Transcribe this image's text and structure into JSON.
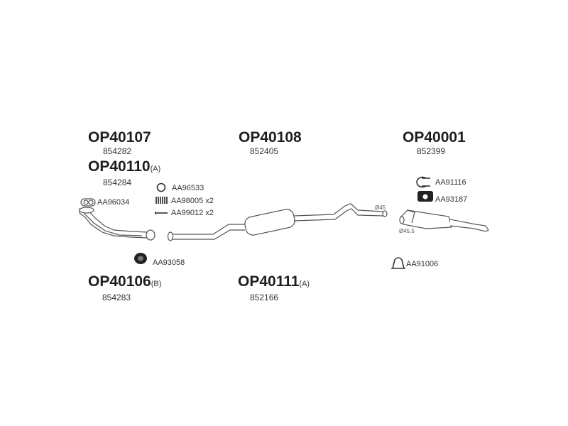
{
  "groups": {
    "op40107": {
      "code": "OP40107",
      "suffix": "",
      "ref": "854282"
    },
    "op40110": {
      "code": "OP40110",
      "suffix": "(A)",
      "ref": "854284"
    },
    "op40108": {
      "code": "OP40108",
      "suffix": "",
      "ref": "852405"
    },
    "op40001": {
      "code": "OP40001",
      "suffix": "",
      "ref": "852399"
    },
    "op40106": {
      "code": "OP40106",
      "suffix": "(B)",
      "ref": "854283"
    },
    "op40111": {
      "code": "OP40111",
      "suffix": "(A)",
      "ref": "852166"
    }
  },
  "accessories": {
    "aa96034": "AA96034",
    "aa96533": "AA96533",
    "aa98005": "AA98005 x2",
    "aa99012": "AA99012 x2",
    "aa93058": "AA93058",
    "aa91116": "AA91116",
    "aa93187": "AA93187",
    "aa91006": "AA91006"
  },
  "diameters": {
    "d45": "Ø45",
    "d455": "Ø45.5"
  },
  "colors": {
    "line": "#555555",
    "fill": "#ffffff",
    "dark": "#333333"
  }
}
